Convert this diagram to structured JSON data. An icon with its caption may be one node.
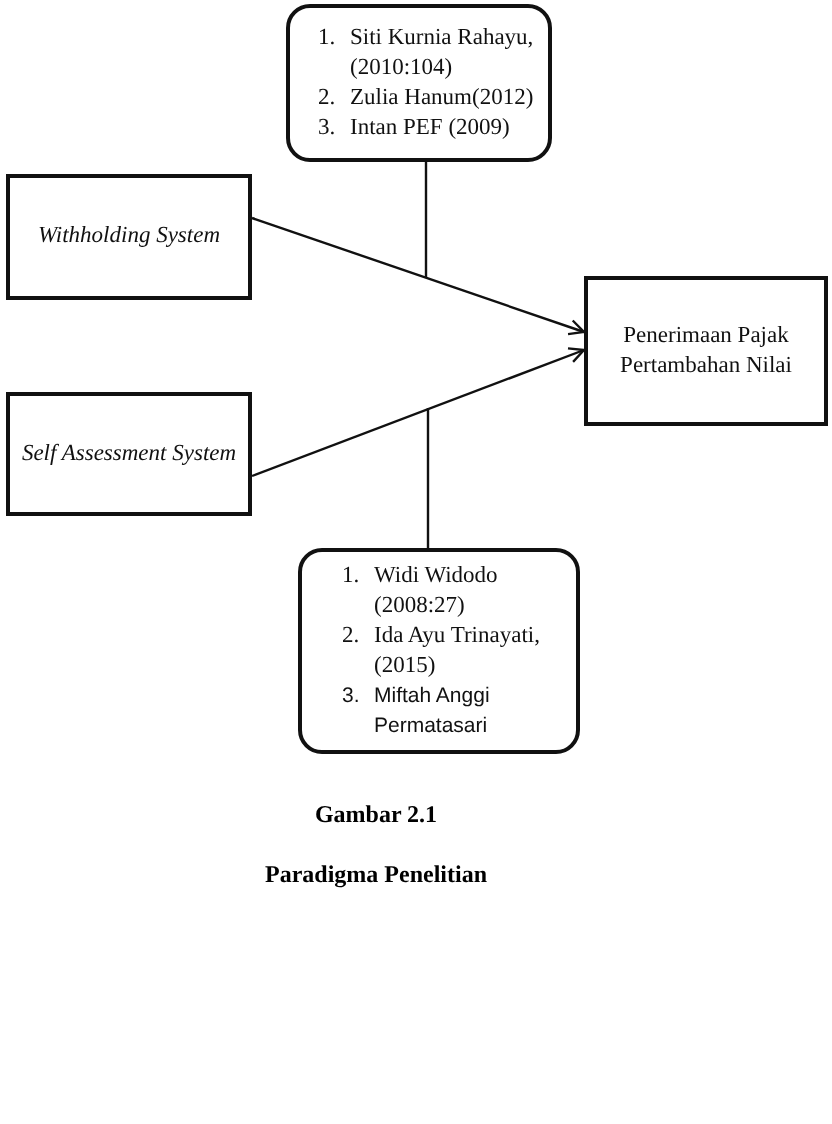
{
  "diagram": {
    "nodes": [
      {
        "text": [
          "1. Siti Kurnia Rahayu, (2010:104)",
          "2. Zulia Hanum(2012)",
          "3. Intan PEF (2009)"
        ]
      },
      {
        "text": [
          "Withholding System"
        ]
      },
      {
        "text": [
          "Self Assessment System"
        ]
      },
      {
        "text": [
          "Penerimaan Pajak Pertambahan Nilai"
        ]
      },
      {
        "text": [
          "1. Widi Widodo (2008:27)",
          "2. Ida Ayu Trinayati, (2015)",
          "3. Miftah Anggi Permatasari"
        ]
      }
    ],
    "edges": [
      {
        "from": 1,
        "to": 3,
        "arrow": "to"
      },
      {
        "from": 2,
        "to": 3,
        "arrow": "to"
      },
      {
        "from": 0,
        "to": null,
        "arrow": "none"
      },
      {
        "from": 4,
        "to": null,
        "arrow": "none"
      }
    ],
    "labels": [
      "Gambar 2.1",
      "Paradigma Penelitian"
    ]
  }
}
